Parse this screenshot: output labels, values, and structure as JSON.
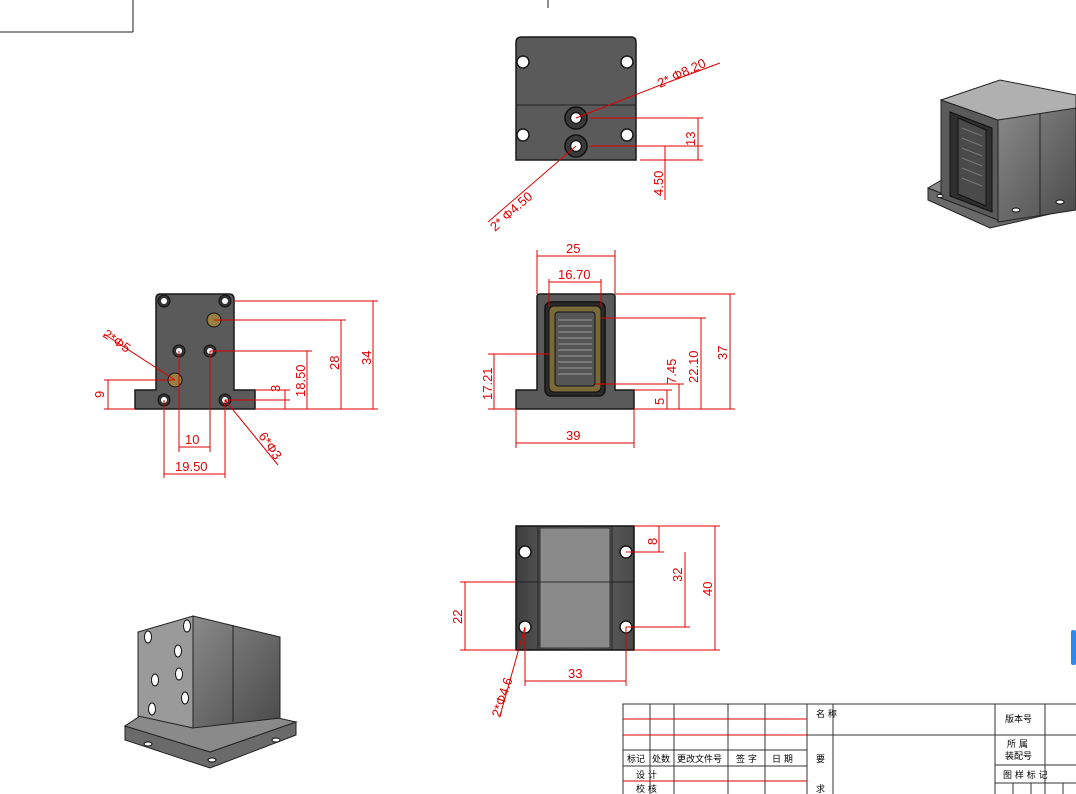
{
  "top_view": {
    "dim_dia_large": "2* Φ8.20",
    "dim_dia_small": "2* Φ4.50",
    "dim_13": "13",
    "dim_4_50": "4.50"
  },
  "side_view": {
    "dim_dia5": "2*Φ5",
    "dim_dia3": "6*Φ3",
    "dim_9": "9",
    "dim_10": "10",
    "dim_19_50": "19.50",
    "dim_3": "3",
    "dim_18_50": "18.50",
    "dim_28": "28",
    "dim_34": "34"
  },
  "front_view": {
    "dim_25": "25",
    "dim_16_70": "16.70",
    "dim_17_21": "17.21",
    "dim_5": "5",
    "dim_7_45": "7.45",
    "dim_22_10": "22.10",
    "dim_37": "37",
    "dim_39": "39"
  },
  "bottom_view": {
    "dim_8": "8",
    "dim_32": "32",
    "dim_40": "40",
    "dim_22": "22",
    "dim_33": "33",
    "dim_dia4_6": "2*Φ4.6"
  },
  "title_block": {
    "row_headers": [
      "标记",
      "处数",
      "更改文件号",
      "签 字",
      "日 期"
    ],
    "design": "设 计",
    "check": "校 核",
    "name_label": "名\n称",
    "req_label_1": "要",
    "req_label_2": "求",
    "version_label": "版本号",
    "assembly_label_1": "所 属",
    "assembly_label_2": "装配号",
    "drawing_mark": "图 样 标 记"
  },
  "colors": {
    "dimension": "#e00000",
    "part": "#5a5a5a",
    "accent": "#2d89ef"
  }
}
